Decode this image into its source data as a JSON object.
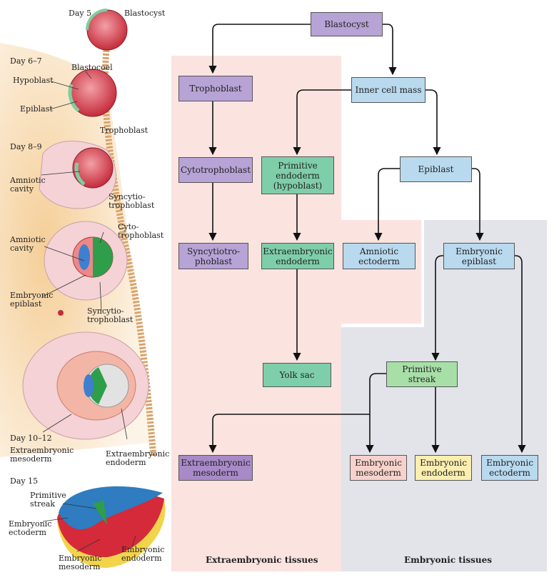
{
  "colors": {
    "extraembryonic_bg": "#fbe3e0",
    "embryonic_bg": "#e3e3ea",
    "trophoblast_purple": "#b7a3d6",
    "endoderm_green": "#7fceaa",
    "epiblast_blue": "#b9d9ee"
  },
  "left_panel": {
    "stages": [
      {
        "day": "Day 5",
        "labels": [
          "Blastocyst"
        ]
      },
      {
        "day": "Day 6–7",
        "labels": [
          "Blastocoel",
          "Hypoblast",
          "Epiblast",
          "Trophoblast"
        ]
      },
      {
        "day": "Day 8–9",
        "labels": [
          "Amniotic\ncavity",
          "Syncytio-\ntrophoblast"
        ]
      },
      {
        "day": "",
        "labels": [
          "Amniotic\ncavity",
          "Cyto-\ntrophoblast",
          "Embryonic\nepiblast",
          "Syncytio-\ntrophoblast"
        ]
      },
      {
        "day": "Day 10–12",
        "labels": [
          "Extraembryonic\nmesoderm",
          "Extraembryonic\nendoderm"
        ]
      },
      {
        "day": "Day 15",
        "labels": [
          "Primitive\nstreak",
          "Embryonic\nectoderm",
          "Embryonic\nmesoderm",
          "Embryonic\nendoderm"
        ]
      }
    ]
  },
  "flowchart": {
    "blastocyst": "Blastocyst",
    "trophoblast": "Trophoblast",
    "inner_cell_mass": "Inner cell mass",
    "cytotrophoblast": "Cytotrophoblast",
    "primitive_endoderm": "Primitive\nendoderm\n(hypoblast)",
    "epiblast": "Epiblast",
    "syncytiotrophoblast": "Syncytiotro-\nphoblast",
    "extraembryonic_endoderm": "Extraembryonic\nendoderm",
    "amniotic_ectoderm": "Amniotic\nectoderm",
    "embryonic_epiblast": "Embryonic\nepiblast",
    "yolk_sac": "Yolk sac",
    "primitive_streak": "Primitive streak",
    "extraembryonic_mesoderm": "Extraembryonic\nmesoderm",
    "embryonic_mesoderm": "Embryonic\nmesoderm",
    "embryonic_endoderm": "Embryonic\nendoderm",
    "embryonic_ectoderm": "Embryonic\nectoderm"
  },
  "regions": {
    "extraembryonic": "Extraembryonic tissues",
    "embryonic": "Embryonic tissues"
  }
}
